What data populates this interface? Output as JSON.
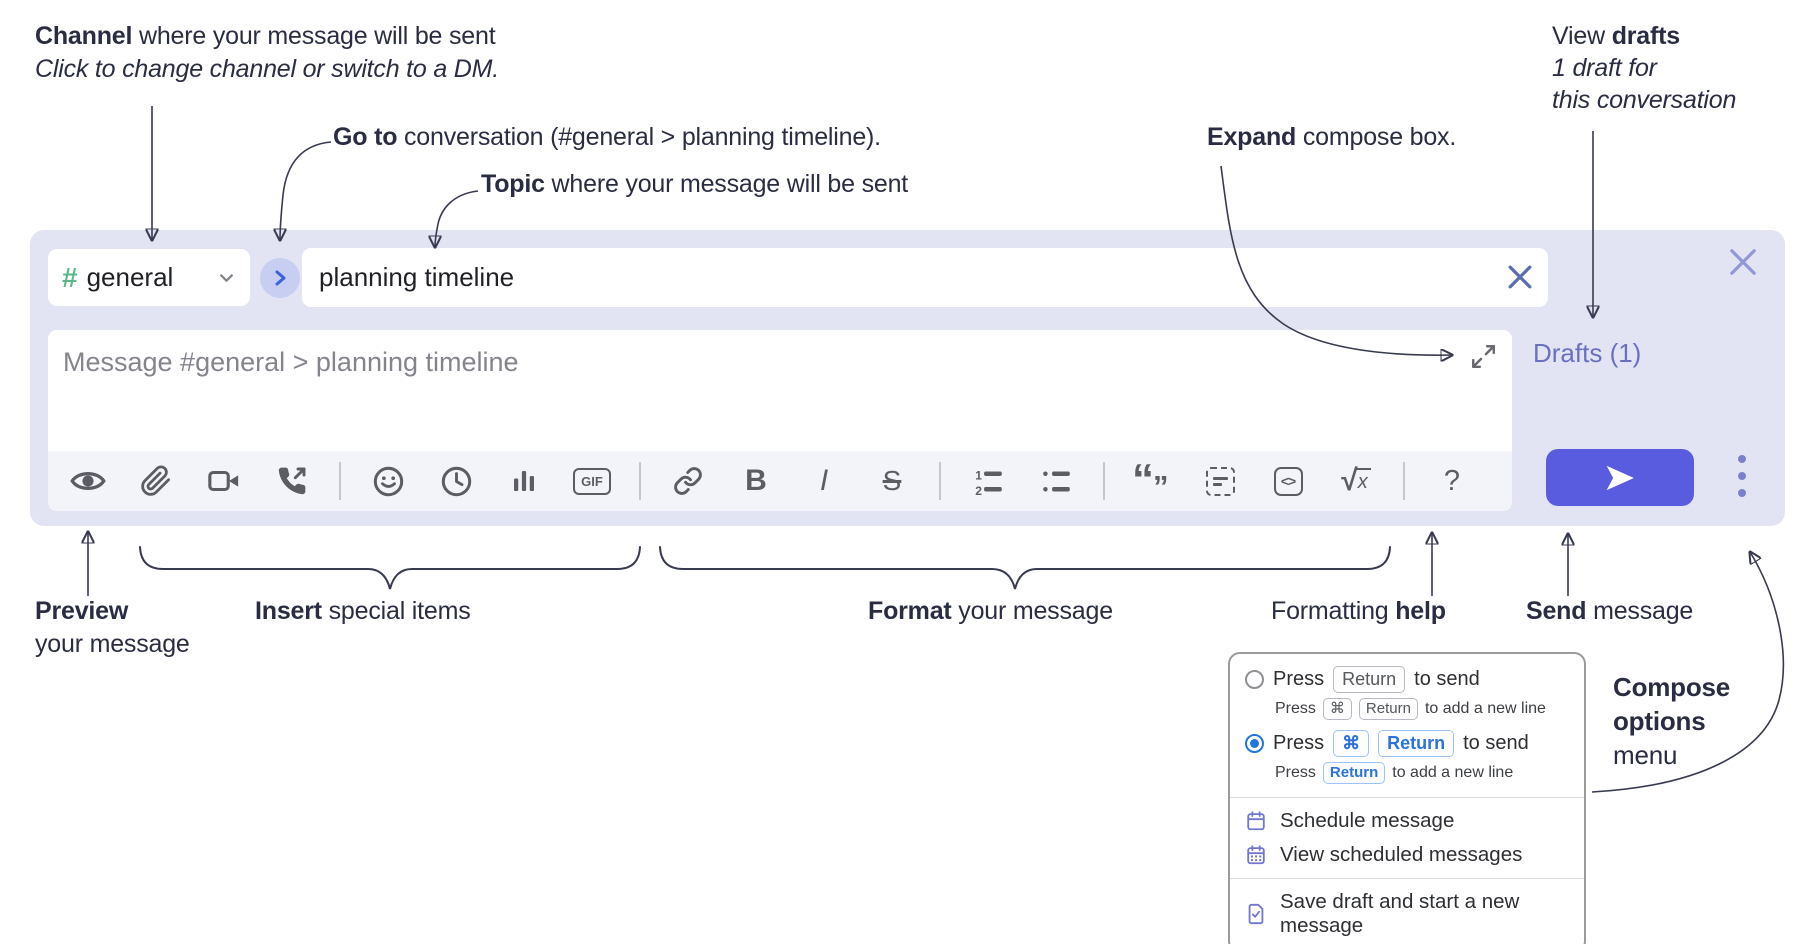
{
  "annotations": {
    "channel": {
      "bold": "Channel",
      "rest": " where your message will be sent",
      "sub": "Click to change channel or switch to a DM."
    },
    "goto": {
      "bold": "Go to",
      "rest": " conversation (#general > planning timeline)."
    },
    "topic": {
      "bold": "Topic",
      "rest": " where your message will be sent"
    },
    "expand": {
      "bold": "Expand",
      "rest": " compose box."
    },
    "drafts": {
      "pre": "View ",
      "bold": "drafts",
      "line2": "1 draft for",
      "line3": "this conversation"
    },
    "preview": {
      "bold": "Preview",
      "line2": "your message"
    },
    "insert": {
      "bold": "Insert",
      "rest": " special items"
    },
    "format": {
      "bold": "Format",
      "rest": " your message"
    },
    "help": {
      "pre": "Formatting ",
      "bold": "help"
    },
    "send": {
      "bold": "Send",
      "rest": " message"
    },
    "compose_options": {
      "line1": "Compose",
      "line2": "options",
      "line3": "menu"
    }
  },
  "compose": {
    "channel": {
      "hash": "#",
      "name": "general"
    },
    "topic_value": "planning timeline",
    "message_placeholder": "Message #general > planning timeline",
    "drafts_link": "Drafts (1)",
    "toolbar": {
      "gif": "GIF",
      "bold": "B",
      "italic": "I",
      "strike": "S",
      "quote_open": "“",
      "quote_close": "”",
      "code": "<>",
      "math_radical": "√",
      "math_x": "x",
      "help": "?"
    }
  },
  "popup": {
    "option1": {
      "press": "Press",
      "key1": "Return",
      "suffix": "to send",
      "sub_press": "Press",
      "sub_key1": "⌘",
      "sub_key2": "Return",
      "sub_suffix": "to add a new line"
    },
    "option2": {
      "press": "Press",
      "key1": "⌘",
      "key2": "Return",
      "suffix": "to send",
      "sub_press": "Press",
      "sub_key1": "Return",
      "sub_suffix": "to add a new line"
    },
    "items": [
      "Schedule message",
      "View scheduled messages",
      "Save draft and start a new message"
    ]
  },
  "colors": {
    "compose_bg": "#e2e4f3",
    "send_button": "#5a5ce0",
    "hash_green": "#5cb887",
    "drafts_link": "#6a6fc2",
    "radio_selected": "#2176dd",
    "kbd_blue": "#2b72dd",
    "menu_icon_purple": "#7177cf",
    "annotation_text": "#2a2d42"
  }
}
